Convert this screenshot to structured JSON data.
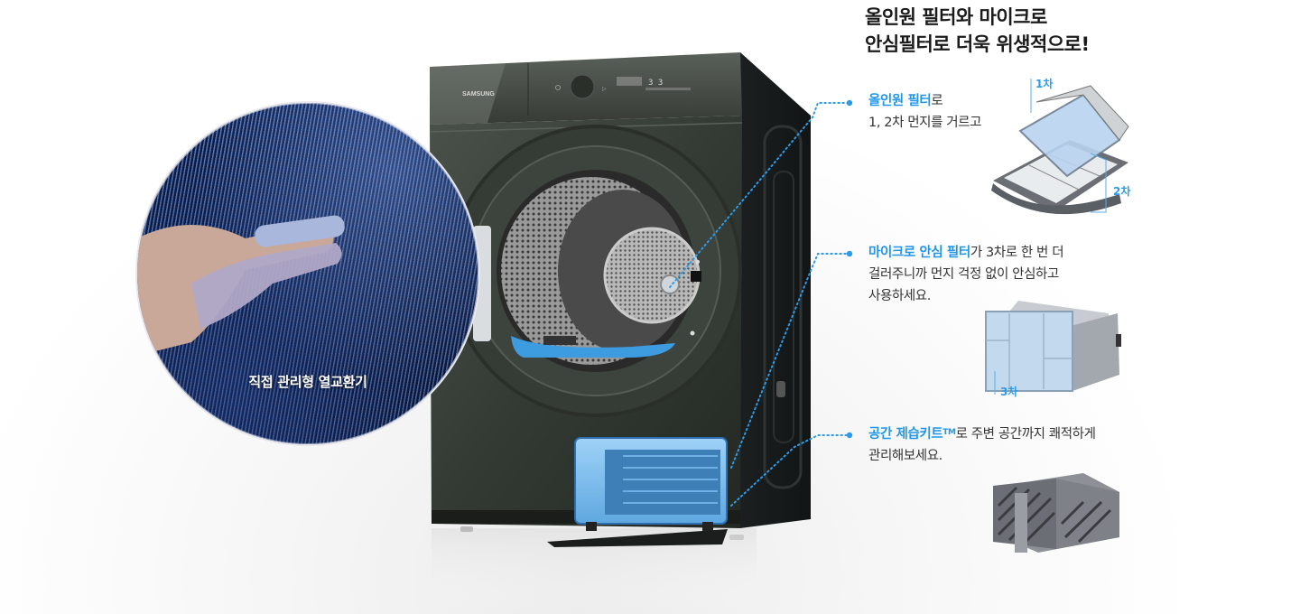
{
  "headline": {
    "line1": "올인원 필터와 마이크로",
    "line2": "안심필터로 더욱 위생적으로!"
  },
  "colors": {
    "accent_blue": "#2196e8",
    "dryer_body": "#2c312c",
    "text_dark": "#1a1a1a",
    "text_body": "#333333"
  },
  "closeup": {
    "caption": "직접 관리형 열교환기"
  },
  "dryer": {
    "brand": "SAMSUNG",
    "panel_display_digits": [
      "3",
      "3"
    ]
  },
  "features": [
    {
      "highlight": "올인원 필터",
      "rest_line1": "로",
      "line2": "1, 2차 먼지를 거르고",
      "line3": "",
      "image_labels": [
        "1차",
        "2차"
      ]
    },
    {
      "highlight": "마이크로 안심 필터",
      "rest_line1": "가 3차로 한 번 더",
      "line2": "걸러주니까 먼지 걱정 없이 안심하고",
      "line3": "사용하세요.",
      "image_labels": [
        "3차"
      ]
    },
    {
      "highlight": "공간 제습키트",
      "trademark": "TM",
      "rest_line1": "로 주변 공간까지 쾌적하게",
      "line2": "관리해보세요.",
      "line3": "",
      "image_labels": []
    }
  ]
}
